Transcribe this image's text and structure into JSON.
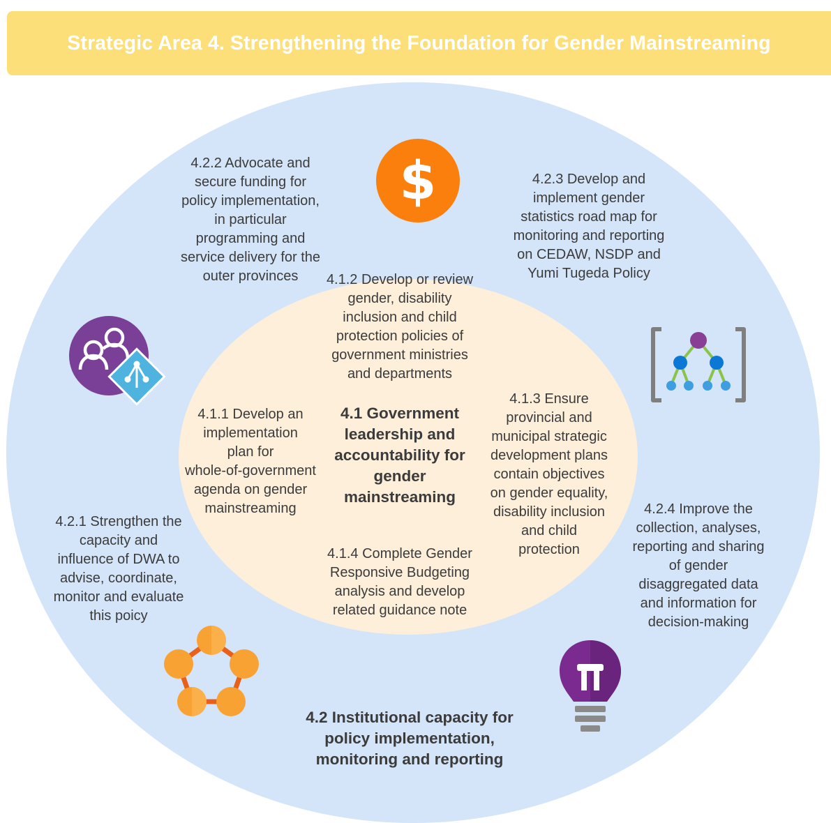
{
  "banner": {
    "title": "Strategic Area 4. Strengthening the Foundation for Gender Mainstreaming"
  },
  "inner": {
    "title": [
      "4.1 Government",
      "leadership and",
      "accountability for",
      "gender",
      "mainstreaming"
    ],
    "items": {
      "i411": [
        "4.1.1 Develop an",
        "implementation",
        "plan for",
        "whole-of-government",
        "agenda on gender",
        "mainstreaming"
      ],
      "i412": [
        "4.1.2 Develop or review",
        "gender, disability",
        "inclusion and child",
        "protection policies of",
        "government ministries",
        "and departments"
      ],
      "i413": [
        "4.1.3 Ensure",
        "provincial and",
        "municipal strategic",
        "development plans",
        "contain objectives",
        "on gender equality,",
        "disability inclusion",
        "and child",
        "protection"
      ],
      "i414": [
        "4.1.4 Complete Gender",
        "Responsive Budgeting",
        "analysis and develop",
        "related guidance note"
      ]
    }
  },
  "outer": {
    "title": [
      "4.2 Institutional capacity for",
      "policy implementation,",
      "monitoring and reporting"
    ],
    "items": {
      "i421": [
        "4.2.1 Strengthen the",
        "capacity and",
        "influence of DWA to",
        "advise, coordinate,",
        "monitor and evaluate",
        "this poicy"
      ],
      "i422": [
        "4.2.2 Advocate and",
        "secure funding for",
        "policy implementation,",
        "in particular",
        "programming and",
        "service delivery for the",
        "outer provinces"
      ],
      "i423": [
        "4.2.3 Develop and",
        "implement gender",
        "statistics road map for",
        "monitoring and reporting",
        "on CEDAW, NSDP and",
        "Yumi Tugeda Policy"
      ],
      "i424": [
        "4.2.4 Improve the",
        "collection, analyses,",
        "reporting and sharing",
        "of gender",
        "disaggregated data",
        "and information for",
        "decision-making"
      ]
    }
  },
  "icons": {
    "dollar": {
      "name": "dollar-icon",
      "glyph": "$",
      "color": "#fb7f0d"
    },
    "users": {
      "name": "user-group-icon",
      "color": "#7a3f96",
      "accent": "#4fb3e0"
    },
    "hierarchy": {
      "name": "hierarchy-icon",
      "color": "#8a3f96",
      "accent": "#0a78d4",
      "leaf": "#3e9fe0",
      "edge": "#8bc34a"
    },
    "network": {
      "name": "network-pentagon-icon",
      "color": "#f9a234",
      "edge": "#e8601a"
    },
    "bulb": {
      "name": "lightbulb-icon",
      "color": "#7b2a8f",
      "base": "#8a8a8a"
    }
  }
}
